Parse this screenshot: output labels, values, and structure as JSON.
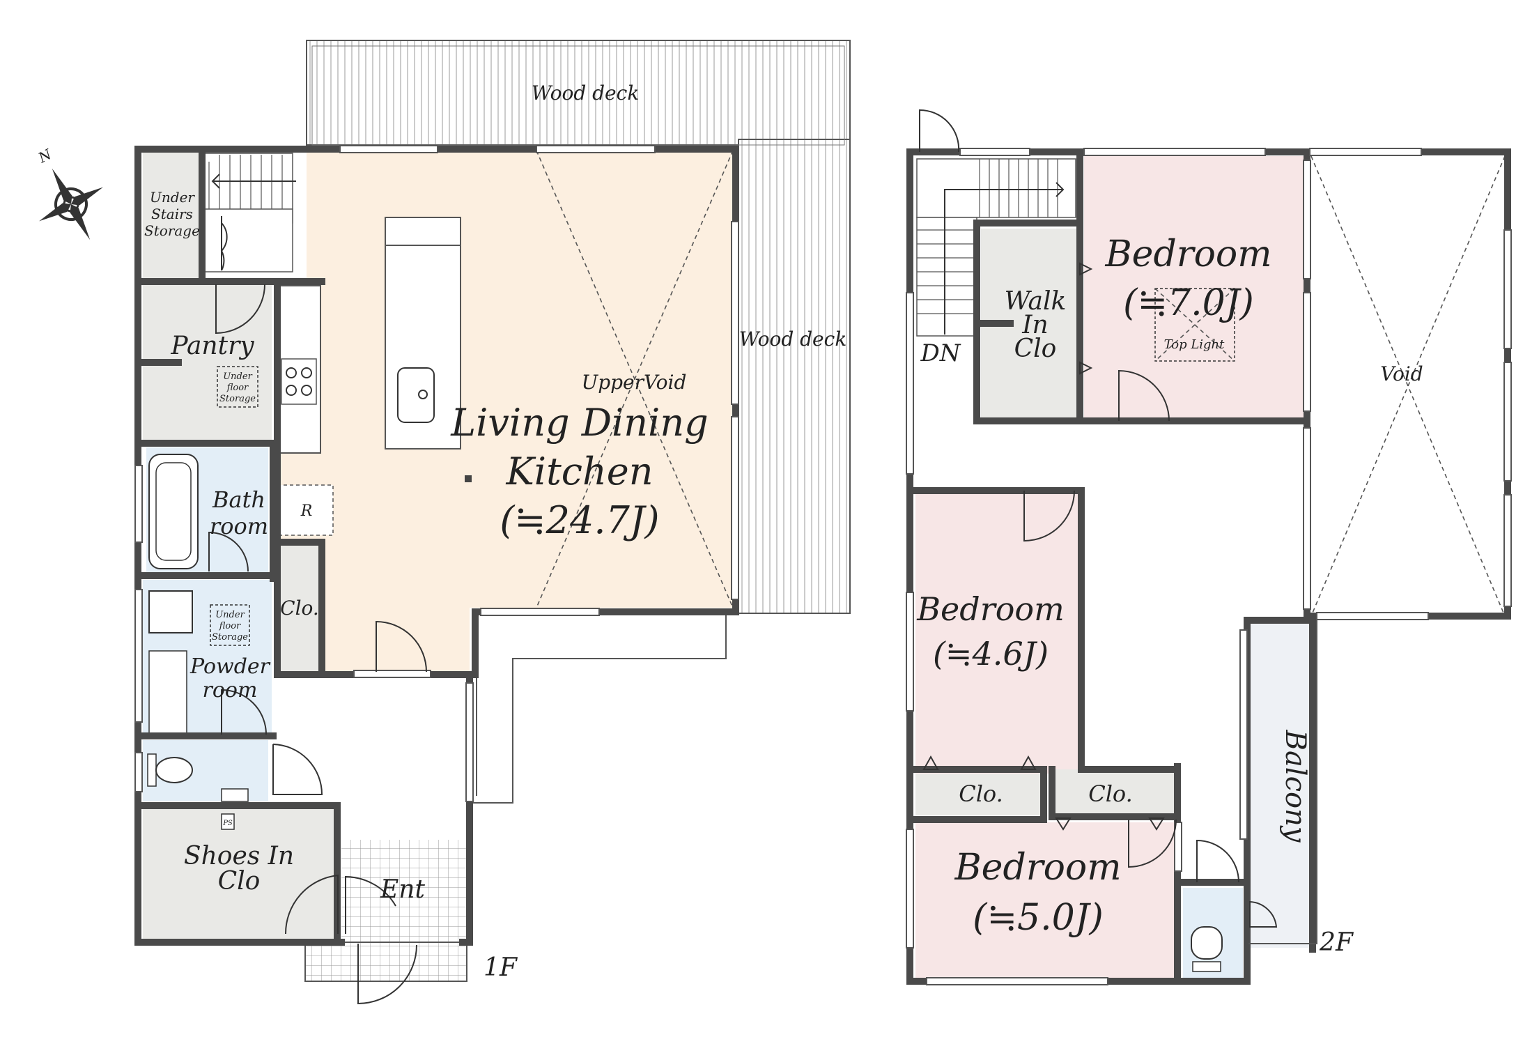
{
  "colors": {
    "ldk_fill": "#fcefe0",
    "bedroom_fill": "#f7e6e6",
    "utility_fill": "#e3eef7",
    "storage_fill": "#e9e9e6",
    "balcony_fill": "#eef1f5",
    "wall": "#4a4a4a"
  },
  "compass": {
    "icon": "compass-rose-icon",
    "label": "N"
  },
  "floor1": {
    "label": "1F",
    "wood_deck_top": "Wood deck",
    "wood_deck_right": "Wood deck",
    "under_stairs": [
      "Under",
      "Stairs",
      "Storage"
    ],
    "pantry": "Pantry",
    "under_floor_1": [
      "Under",
      "floor",
      "Storage"
    ],
    "bath": [
      "Bath",
      "room"
    ],
    "under_floor_2": [
      "Under",
      "floor",
      "Storage"
    ],
    "powder": [
      "Powder",
      "room"
    ],
    "shoes": [
      "Shoes In",
      "Clo"
    ],
    "ent": "Ent",
    "fridge": "R",
    "closet": "Clo.",
    "upper_void": "UpperVoid",
    "ldk": [
      "Living Dining",
      "Kitchen",
      "(≒24.7J)"
    ],
    "ps": "PS"
  },
  "floor2": {
    "label": "2F",
    "dn": "DN",
    "walk_in": [
      "Walk",
      "In",
      "Clo"
    ],
    "bedroom_a": [
      "Bedroom",
      "(≒7.0J)"
    ],
    "top_light": "Top  Light",
    "void": "Void",
    "bedroom_b": [
      "Bedroom",
      "(≒4.6J)"
    ],
    "clo_left": "Clo.",
    "clo_right": "Clo.",
    "bedroom_c": [
      "Bedroom",
      "(≒5.0J)"
    ],
    "balcony": "Balcony"
  }
}
